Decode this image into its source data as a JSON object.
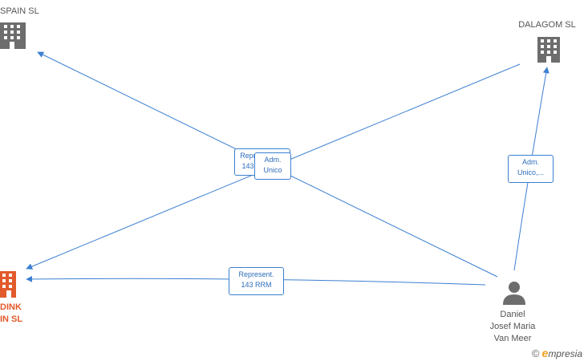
{
  "nodes": {
    "spain_sl": {
      "label": "SPAIN SL",
      "color": "#6d6d6d"
    },
    "dalagom": {
      "label": "DALAGOM SL",
      "color": "#6d6d6d"
    },
    "dink": {
      "label_line1": "DINK",
      "label_line2": "IN SL",
      "color": "#e25a2b"
    },
    "person": {
      "line1": "Daniel",
      "line2": "Josef Maria",
      "line3": "Van Meer",
      "color": "#6d6d6d"
    }
  },
  "edges": {
    "top_left": {
      "line1": "Repr",
      "line2": "143"
    },
    "center": {
      "line1": "Adm.",
      "line2": "Unico"
    },
    "right": {
      "line1": "Adm.",
      "line2": "Unico,..."
    },
    "bottom": {
      "line1": "Represent.",
      "line2": "143 RRM"
    }
  },
  "colors": {
    "edge": "#3b7fd1",
    "accent": "#e25a2b"
  },
  "brand": {
    "copyright": "©",
    "e": "e",
    "rest": "mpresia"
  }
}
